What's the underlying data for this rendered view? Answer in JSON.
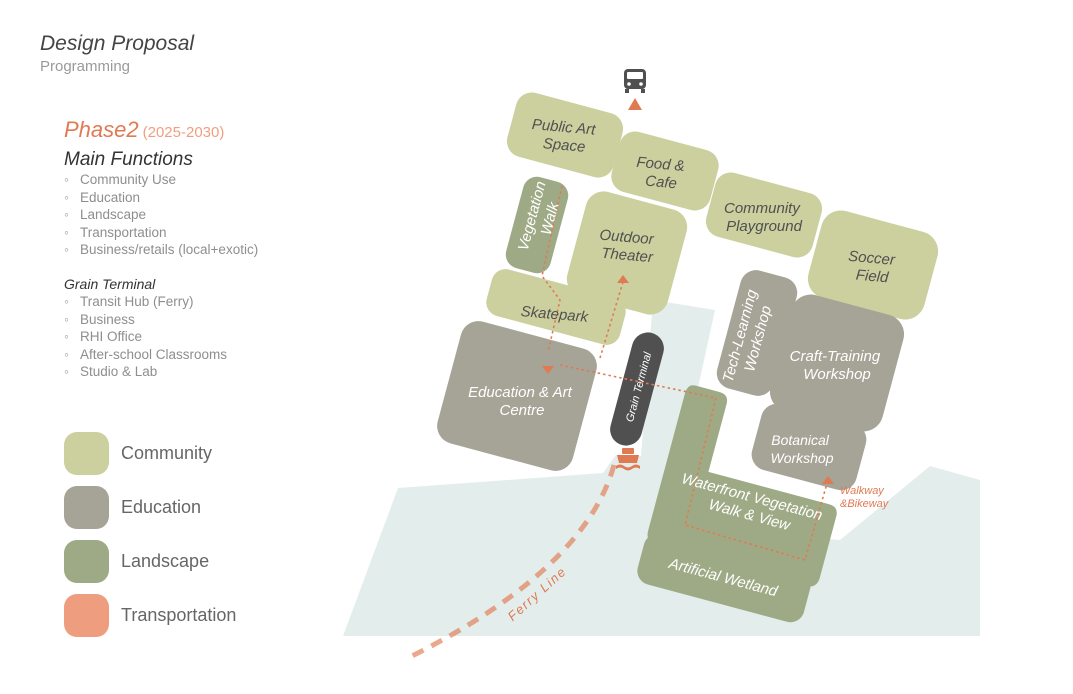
{
  "header": {
    "title": "Design Proposal",
    "subtitle": "Programming"
  },
  "phase": {
    "name": "Phase2",
    "years": "(2025-2030)"
  },
  "main_functions": {
    "heading": "Main Functions",
    "items": [
      "Community Use",
      "Education",
      "Landscape",
      "Transportation",
      "Business/retails (local+exotic)"
    ]
  },
  "grain_terminal_info": {
    "heading": "Grain Terminal",
    "items": [
      "Transit Hub (Ferry)",
      "Business",
      "RHI Office",
      "After-school Classrooms",
      "Studio & Lab"
    ]
  },
  "legend": [
    {
      "label": "Community",
      "color": "#cbd09e"
    },
    {
      "label": "Education",
      "color": "#a6a397"
    },
    {
      "label": "Landscape",
      "color": "#9eaa85"
    },
    {
      "label": "Transportation",
      "color": "#ee9d7e"
    }
  ],
  "colors": {
    "accent": "#e07a52",
    "water": "#e3eeec",
    "terminal": "#505050",
    "label_dark": "#505050",
    "label_light": "#ffffff"
  },
  "plan_labels": {
    "public_art": [
      "Public Art",
      "Space"
    ],
    "food_cafe": [
      "Food &",
      "Cafe"
    ],
    "community_playground": [
      "Community",
      "Playground"
    ],
    "soccer_field": [
      "Soccer",
      "Field"
    ],
    "vegetation_walk": [
      "Vegetation",
      "Walk"
    ],
    "outdoor_theater": [
      "Outdoor",
      "Theater"
    ],
    "skatepark": [
      "Skatepark"
    ],
    "education_art_centre": [
      "Education & Art",
      "Centre"
    ],
    "grain_terminal": [
      "Grain Terminal"
    ],
    "tech_learning": [
      "Tech-Learning",
      "Workshop"
    ],
    "craft_training": [
      "Craft-Training",
      "Workshop"
    ],
    "botanical": [
      "Botanical",
      "Workshop"
    ],
    "waterfront": [
      "Waterfront Vegetation",
      "Walk & View"
    ],
    "artificial_wetland": [
      "Artificial Wetland"
    ],
    "walkway": [
      "Walkway",
      "&Bikeway"
    ],
    "ferry_line": [
      "Ferry Line"
    ]
  },
  "icons": {
    "bus": "bus-icon",
    "ferry": "ferry-icon",
    "bus_arrow": "up-triangle-icon"
  }
}
